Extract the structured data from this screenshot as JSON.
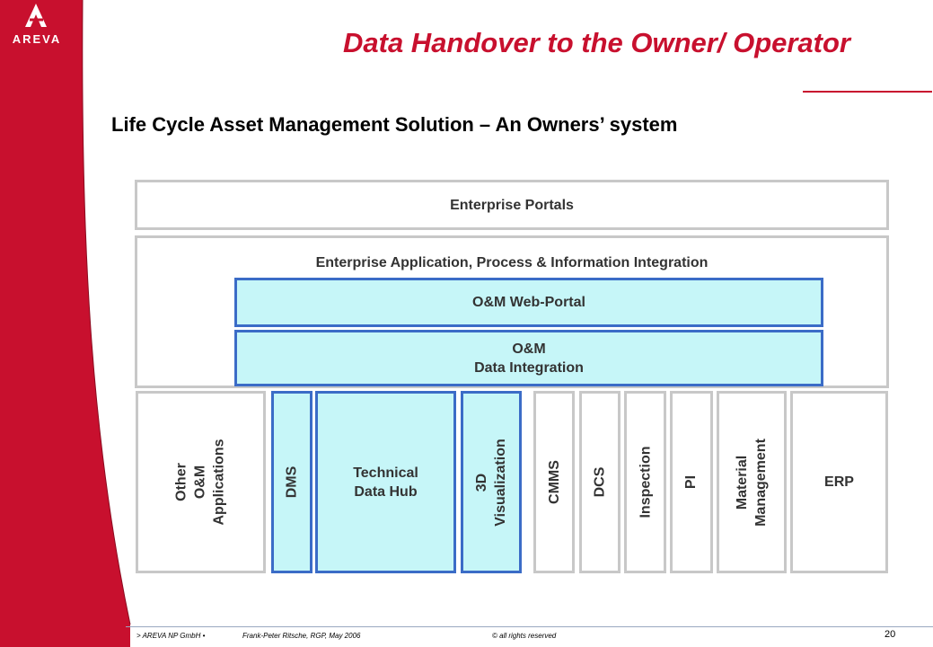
{
  "brand": {
    "logo_text": "AREVA",
    "accent": "#c8102e",
    "box_blue": "#3b6cc7",
    "box_fill": "#c6f6f8",
    "box_gray": "#c8c8c8"
  },
  "title": "Data Handover to the Owner/ Operator",
  "subtitle": "Life Cycle Asset Management Solution – An Owners’ system",
  "diagram": {
    "portals": "Enterprise Portals",
    "integration": "Enterprise Application, Process & Information Integration",
    "web_portal": "O&M Web-Portal",
    "data_integration": "O&M\nData Integration",
    "columns": {
      "other": "Other\nO&M\nApplications",
      "dms": "DMS",
      "tdh": "Technical\nData Hub",
      "viz": "3D\nVisualization",
      "cmms": "CMMS",
      "dcs": "DCS",
      "inspection": "Inspection",
      "pi": "PI",
      "material": "Material\nManagement",
      "erp": "ERP"
    }
  },
  "footer": {
    "company": "> AREVA NP GmbH •",
    "author": "Frank-Peter Ritsche, RGP, May 2006",
    "rights": "© all rights reserved",
    "page": "20"
  }
}
